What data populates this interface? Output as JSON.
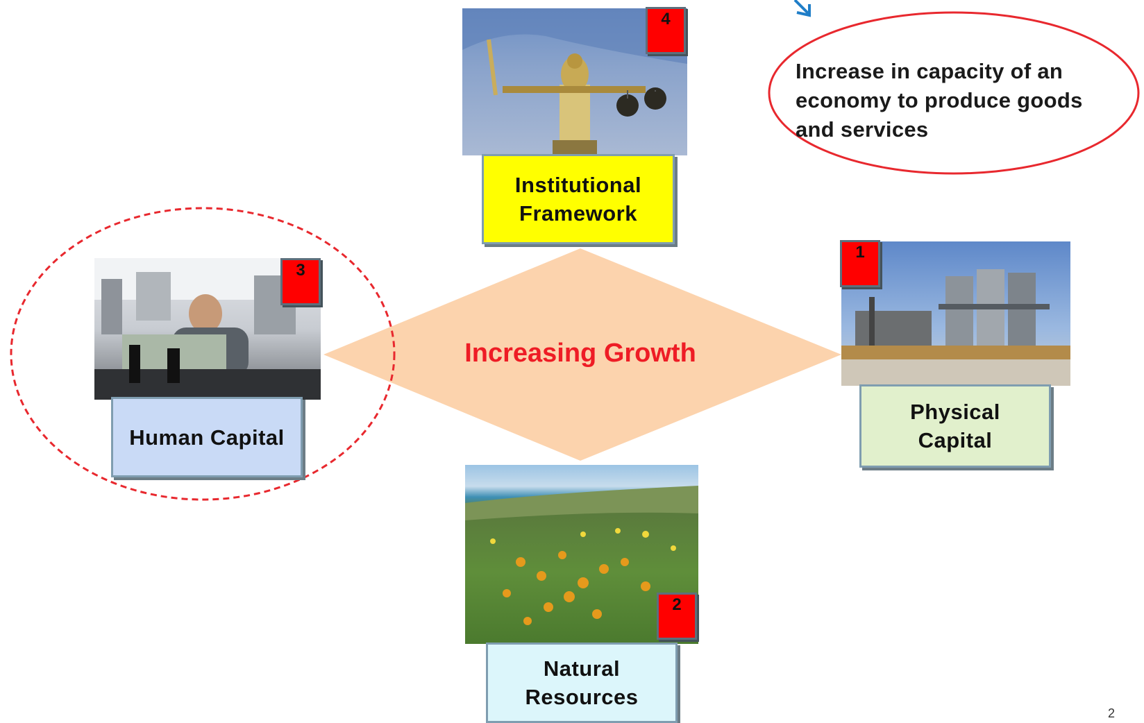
{
  "definition": {
    "text": "Increase in capacity of an\neconomy  to produce goods\nand services"
  },
  "center": {
    "label": "Increasing Growth"
  },
  "factors": {
    "institutional": {
      "label": "Institutional\nFramework",
      "badge": "4",
      "color": "#ffff00",
      "image": "justice-statue"
    },
    "human": {
      "label": "Human Capital",
      "badge": "3",
      "color": "#c9daf6",
      "image": "garment-worker"
    },
    "physical": {
      "label": "Physical\nCapital",
      "badge": "1",
      "color": "#e1f0cc",
      "image": "industrial-plant"
    },
    "natural": {
      "label": "Natural\nResources",
      "badge": "2",
      "color": "#dcf6fb",
      "image": "wildflower-meadow"
    }
  },
  "page_number": "2",
  "colors": {
    "diamond": "#fcd3ad",
    "accent_red": "#ee1c25",
    "arrow_blue": "#1f7ec8"
  }
}
